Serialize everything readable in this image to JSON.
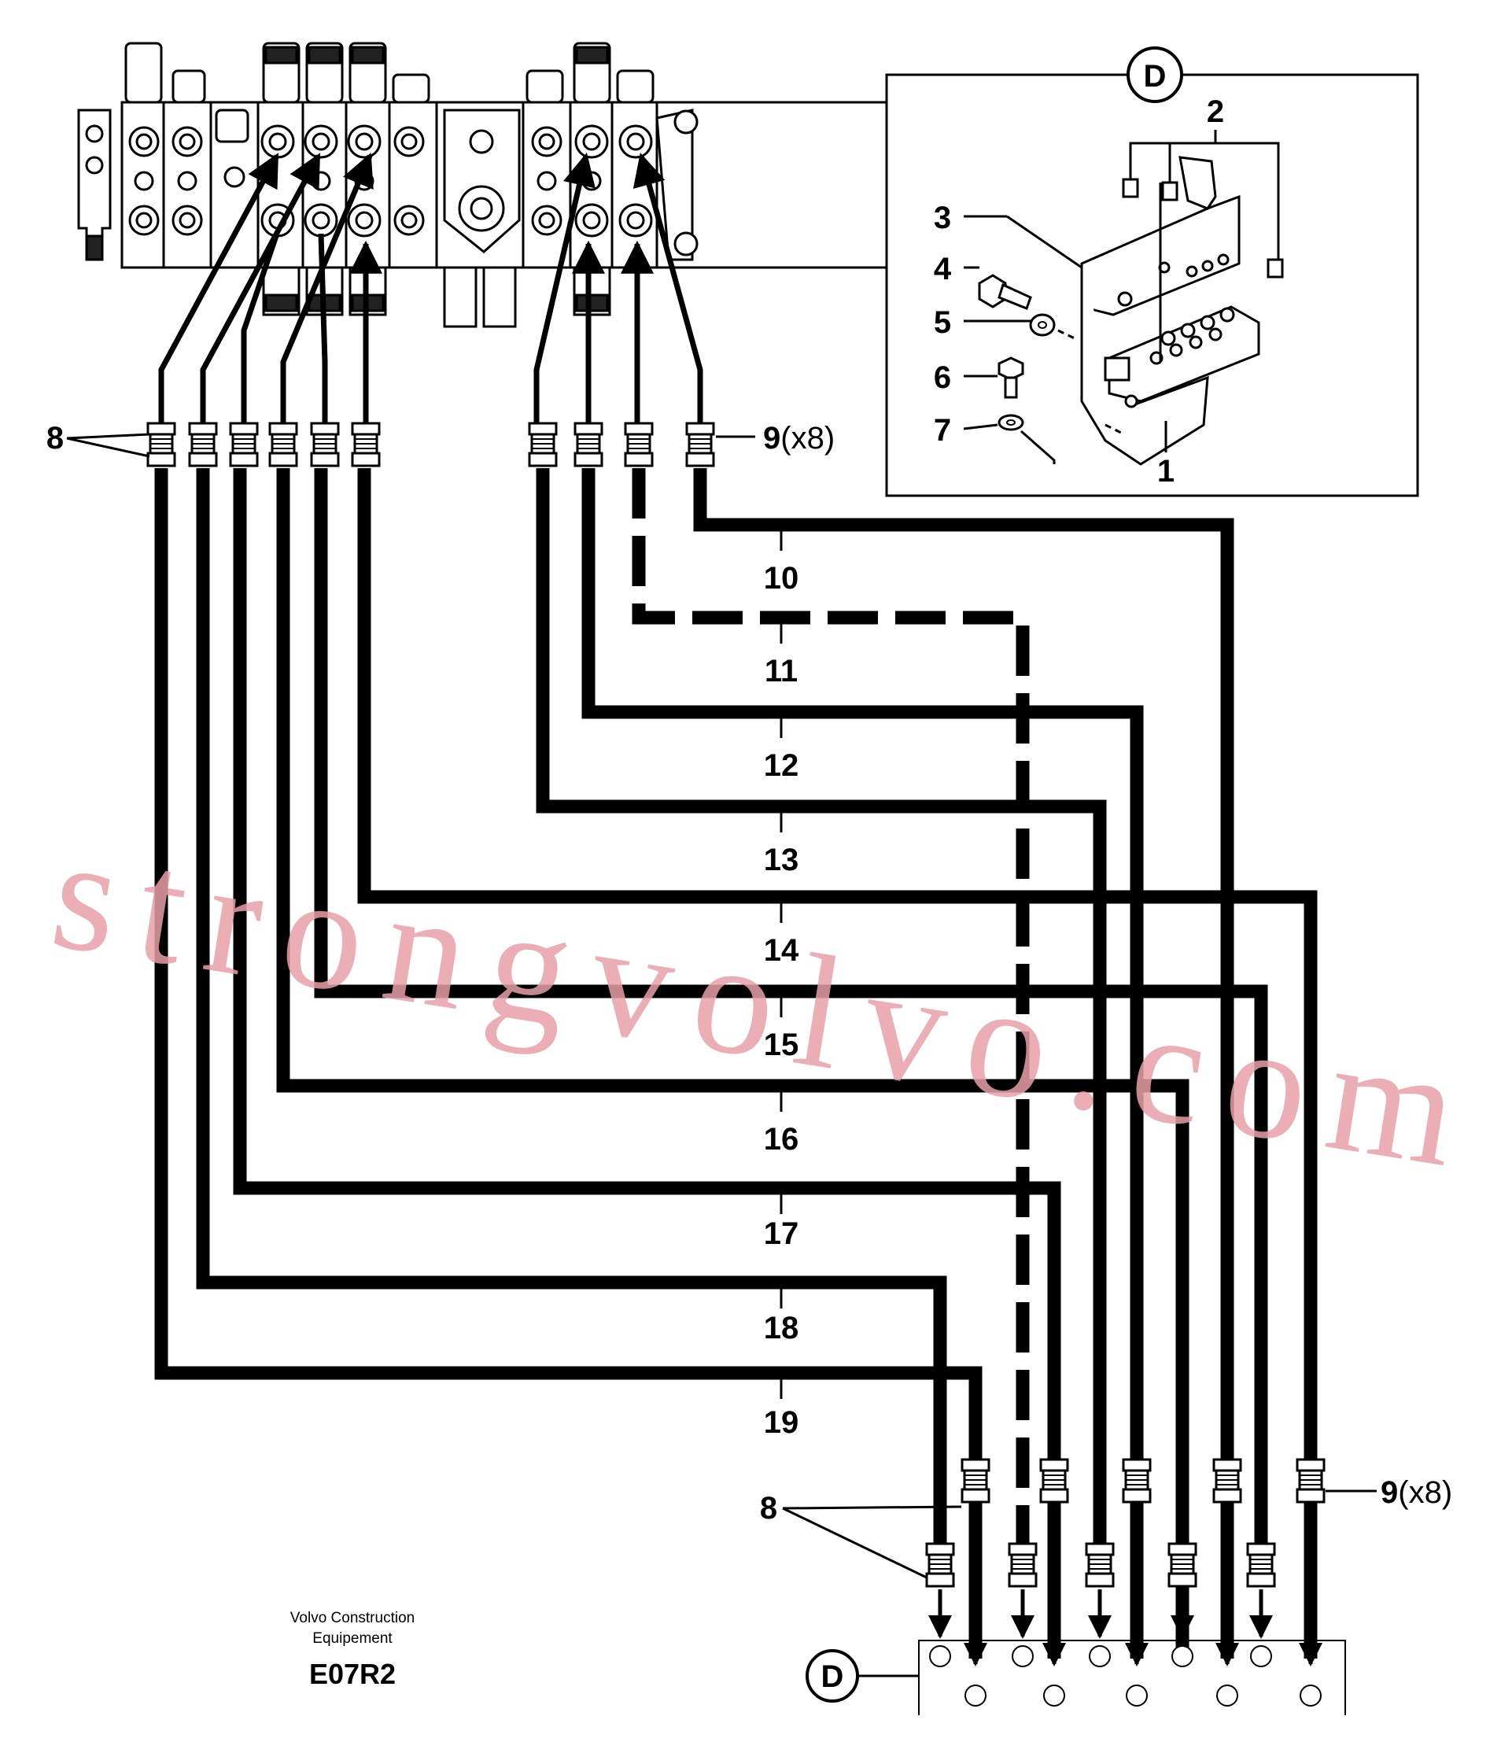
{
  "labels": {
    "callout_d": "D",
    "part_1": "1",
    "part_2": "2",
    "part_3": "3",
    "part_4": "4",
    "part_5": "5",
    "part_6": "6",
    "part_7": "7",
    "part_8": "8",
    "part_9": "9",
    "qty_x8": "(x8)"
  },
  "hose_numbers": [
    "10",
    "11",
    "12",
    "13",
    "14",
    "15",
    "16",
    "17",
    "18",
    "19"
  ],
  "caption": {
    "line1": "Volvo Construction",
    "line2": "Equipement",
    "code": "E07R2"
  },
  "watermark": "strongvolvo.com"
}
